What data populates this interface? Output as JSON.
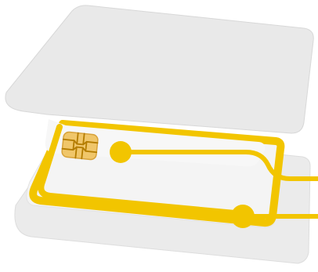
{
  "layers": [
    {
      "role": "top-card-layer"
    },
    {
      "role": "antenna-inlay-layer"
    },
    {
      "role": "bottom-card-layer"
    }
  ],
  "elements": {
    "chip": "contact-chip-icon",
    "antenna": "antenna-coil",
    "connector_pads": 2
  },
  "colors": {
    "card_fill": "#ebebeb",
    "card_edge": "#d6d6d6",
    "inlay_fill": "#f4f4f4",
    "antenna": "#f2c500",
    "antenna_shadow": "#d9aa00",
    "chip_gold": "#f0c66a",
    "chip_lines": "#b47c00",
    "background": "#ffffff"
  }
}
